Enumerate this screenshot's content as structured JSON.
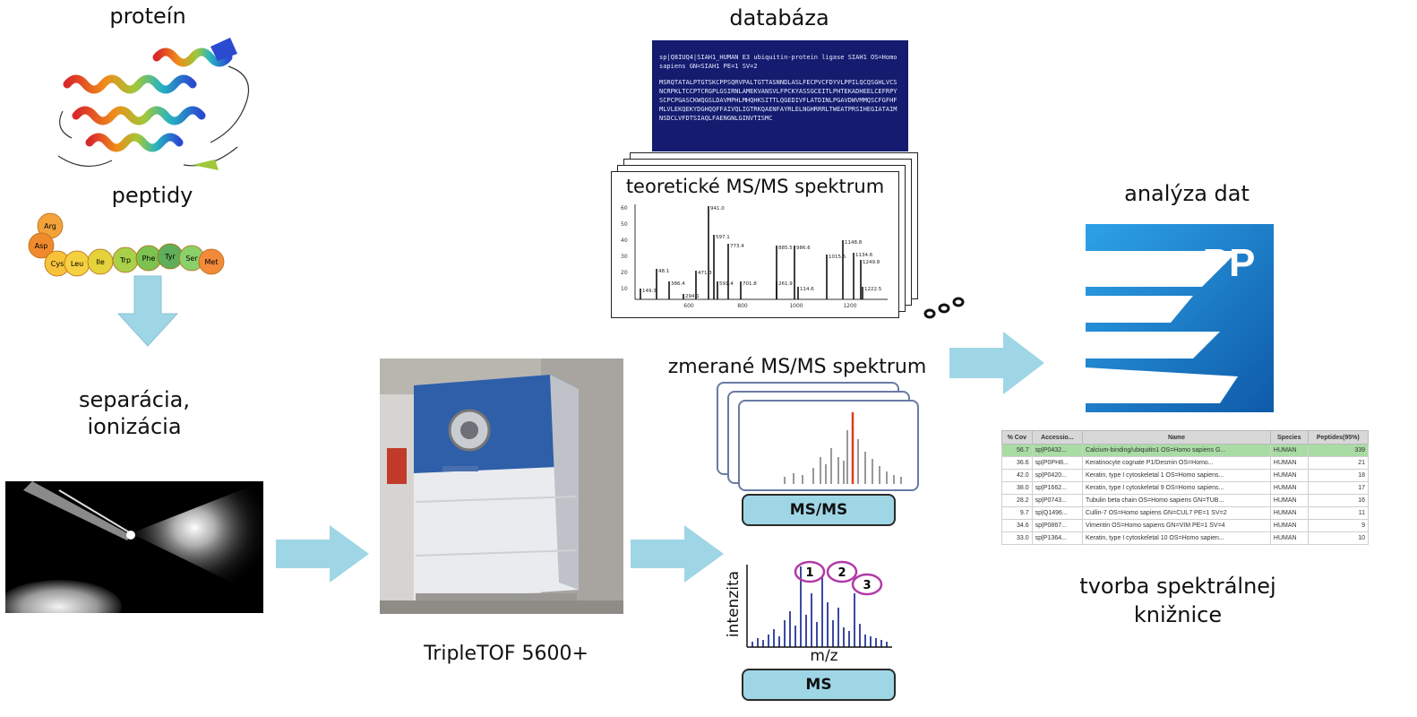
{
  "labels": {
    "protein": "proteín",
    "peptides": "peptidy",
    "separation_line1": "separácia,",
    "separation_line2": "ionizácia",
    "instrument": "TripleTOF 5600+",
    "database": "databáza",
    "theoretical_spectrum": "teoretické MS/MS spektrum",
    "measured_spectrum": "zmerané MS/MS spektrum",
    "data_analysis": "analýza dat",
    "library_line1": "tvorba spektrálnej",
    "library_line2": "knižnice"
  },
  "buttons": {
    "msms": "MS/MS",
    "ms": "MS"
  },
  "peptide_beads": [
    "Arg",
    "Asp",
    "Cys",
    "Leu",
    "Ile",
    "Trp",
    "Phe",
    "Tyr",
    "Ser",
    "Met"
  ],
  "database_text": {
    "header": "sp|Q8IUQ4|SIAH1_HUMAN E3 ubiquitin-protein ligase SIAH1 OS=Homo sapiens GN=SIAH1 PE=1 SV=2",
    "sequence": "MSRQTATALPTGTSKCPPSQRVPALTGTTASNNDLASLFECPVCFDYVLPPILQCQSGHLVCSNCRPKLTCCPTCRGPLGSIRNLAMEKVANSVLFPCKYASSGCEITLPHTEKADHEELCEFRPYSCPCPGASCKWQGSLDAVMPHLMHQHKSITTLQGEDIVFLATDINLPGAVDWVMMQSCFGFHFMLVLEKQEKYDGHQQFFAIVQLIGTRKQAENFAYRLELNGHRRRLTWEATPRSIHEGIATAIMNSDCLVFDTSIAQLFAENGNLGINVTISMC"
  },
  "spectrum_axis": {
    "y_ticks": [
      "60",
      "50",
      "40",
      "30",
      "20",
      "10"
    ],
    "x_ticks": [
      "600",
      "800",
      "1000",
      "1200"
    ]
  },
  "spectrum_labels": [
    "941.0",
    "597.1",
    "773.4",
    "885.5",
    "986.6",
    "1148.8",
    "1015.5",
    "1134.6",
    "1249.8",
    "48.1",
    "386.4",
    "471.3",
    "591.4",
    "701.8",
    "149.3",
    "294.1",
    "261.9",
    "114.6",
    "1222.5"
  ],
  "ms_plot": {
    "ylabel": "intenzita",
    "xlabel": "m/z",
    "peaks": [
      "1",
      "2",
      "3"
    ]
  },
  "app_icon": {
    "letters": "PP"
  },
  "protein_table": {
    "headers": [
      "% Cov",
      "Accessio...",
      "Name",
      "Species",
      "Peptides(95%)"
    ],
    "rows": [
      [
        "56.7",
        "sp|P0432...",
        "Calcium-binding/ubiquitin1 OS=Homo sapiens G...",
        "HUMAN",
        "339"
      ],
      [
        "36.6",
        "sp|P0PH8...",
        "Keratinocyte cognate P1/Desmin OS=Homo...",
        "HUMAN",
        "21"
      ],
      [
        "42.0",
        "sp|P0420...",
        "Keratin, type I cytoskeletal 1 OS=Homo sapiens...",
        "HUMAN",
        "18"
      ],
      [
        "38.0",
        "sp|P1662...",
        "Keratin, type I cytoskeletal 9 OS=Homo sapiens...",
        "HUMAN",
        "17"
      ],
      [
        "28.2",
        "sp|P0743...",
        "Tubulin beta chain OS=Homo sapiens GN=TUB...",
        "HUMAN",
        "16"
      ],
      [
        "9.7",
        "sp|Q1496...",
        "Cullin-7 OS=Homo sapiens GN=CUL7 PE=1 SV=2",
        "HUMAN",
        "11"
      ],
      [
        "34.6",
        "sp|P0867...",
        "Vimentin OS=Homo sapiens GN=VIM PE=1 SV=4",
        "HUMAN",
        "9"
      ],
      [
        "33.0",
        "sp|P1364...",
        "Keratin, type I cytoskeletal 10 OS=Homo sapien...",
        "HUMAN",
        "10"
      ]
    ]
  },
  "colors": {
    "arrow": "#9fd6e6",
    "db_bg": "#151b6e",
    "table_highlight": "#a9dca4",
    "peak_circle": "#b23aa6",
    "measured_peak": "#e03a1a",
    "icon_blue": "#1f7fcf"
  }
}
